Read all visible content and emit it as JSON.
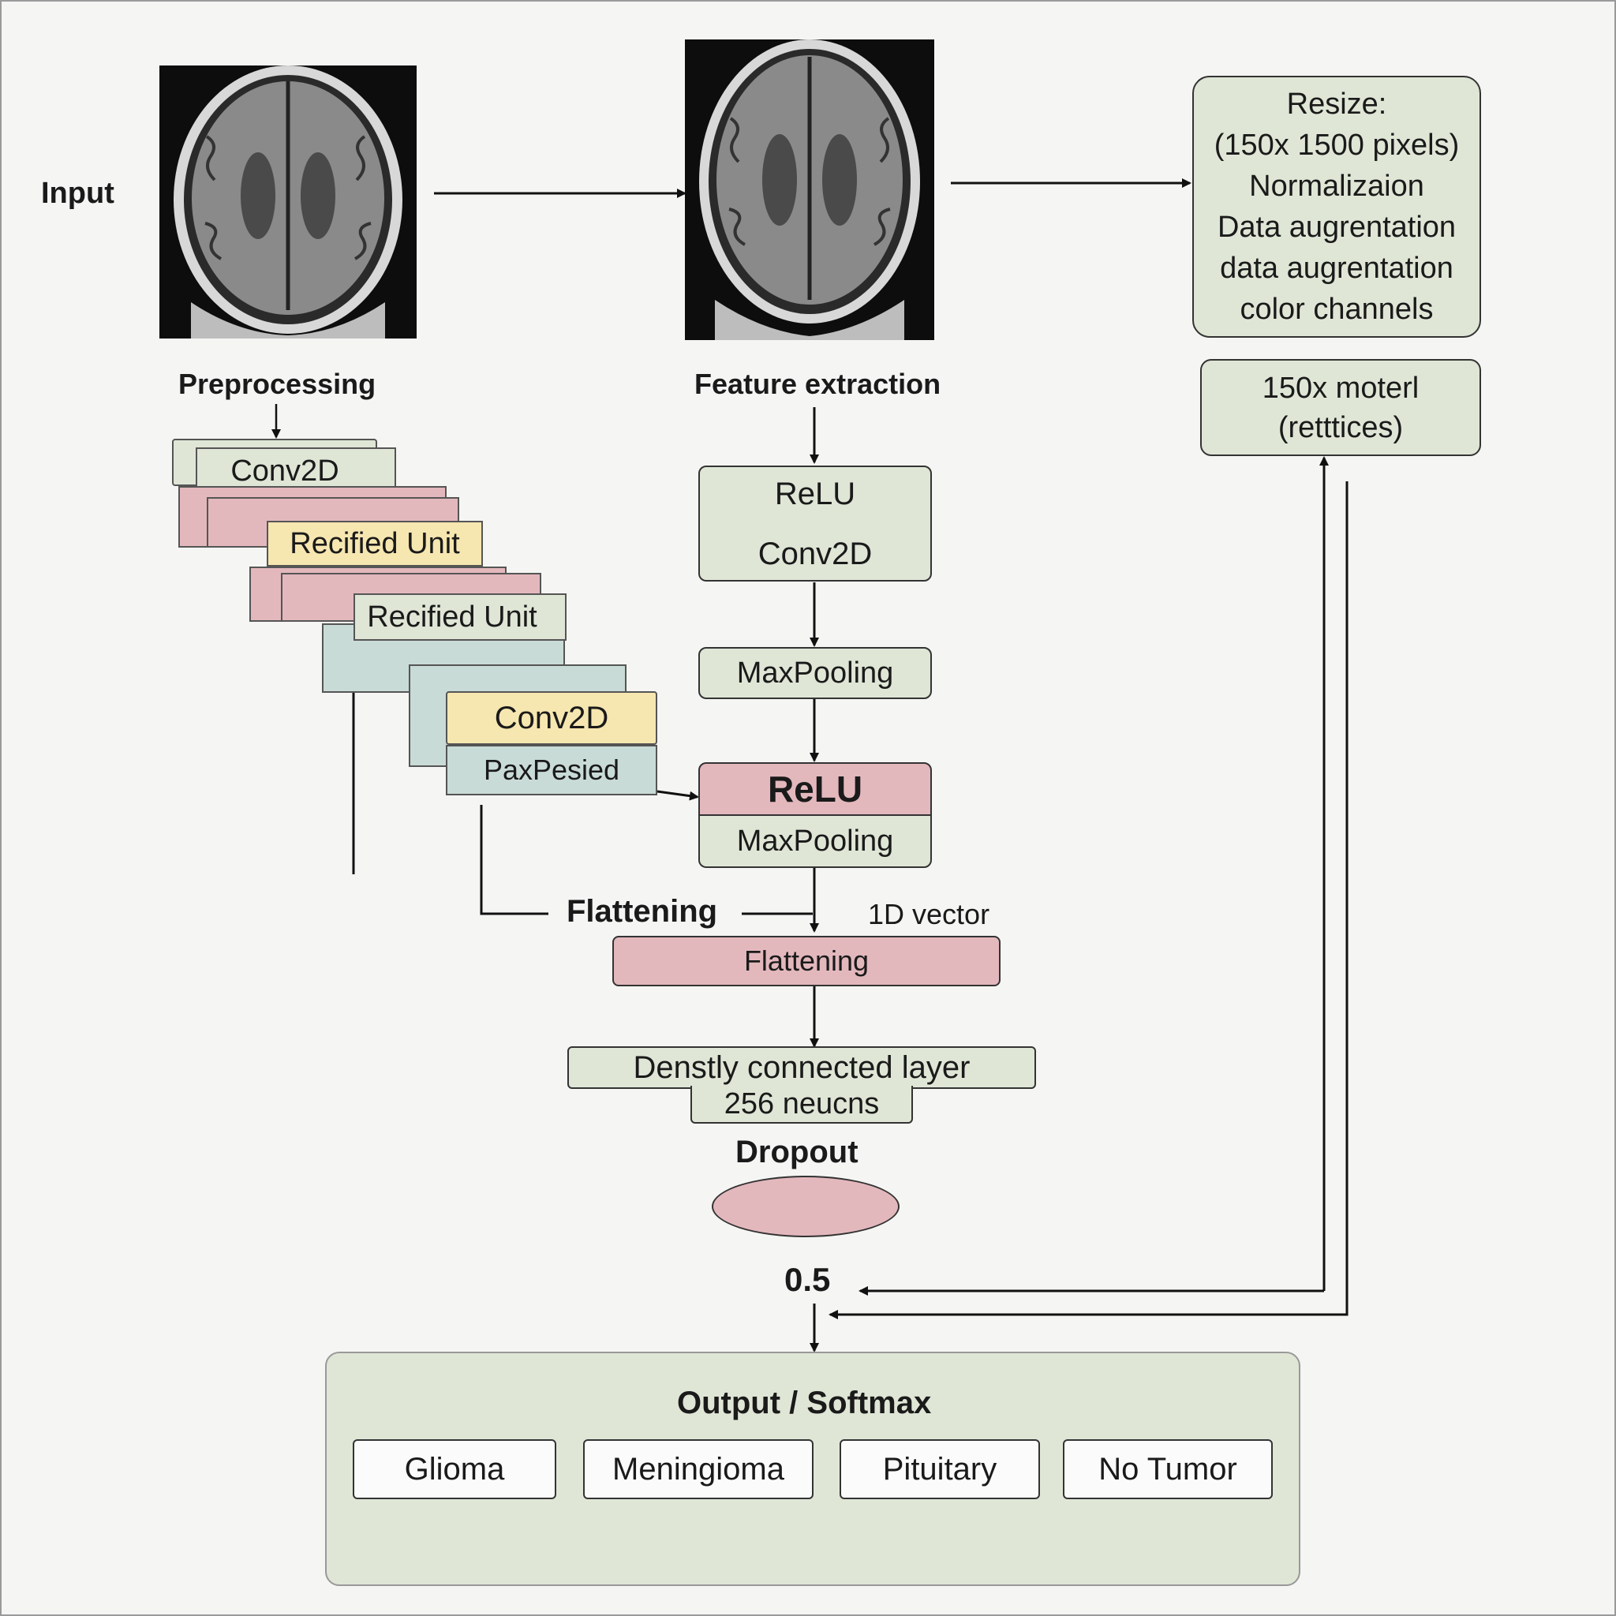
{
  "labels": {
    "input": "Input",
    "preprocessing": "Preprocessing",
    "feature_extraction": "Feature extraction",
    "flattening": "Flattening",
    "vector": "1D vector",
    "dropout": "Dropout",
    "dropout_rate": "0.5",
    "output_title": "Output / Softmax"
  },
  "resize_box": [
    "Resize:",
    "(150x 1500 pixels)",
    "Normalizaion",
    "Data augrentation",
    "data augrentation",
    "color channels"
  ],
  "model_box": [
    "150x moterl",
    "(retttices)"
  ],
  "left_stack": {
    "conv1": "Conv2D",
    "recified1": "Recified Unit",
    "recified2": "Recified Unit",
    "conv2": "Conv2D",
    "paxpesied": "PaxPesied"
  },
  "center": {
    "relu1": "ReLU",
    "conv": "Conv2D",
    "maxpool1": "MaxPooling",
    "relu2": "ReLU",
    "maxpool2": "MaxPooling",
    "flatten_box": "Flattening",
    "dense_line1": "Denstly connected layer",
    "dense_line2": "256 neucns"
  },
  "classes": [
    "Glioma",
    "Meningioma",
    "Pituitary",
    "No Tumor"
  ],
  "colors": {
    "green": "#dfe6d6",
    "pink": "#e3b8bd",
    "yellow": "#f6e6b0",
    "teal": "#c9dbd6"
  }
}
